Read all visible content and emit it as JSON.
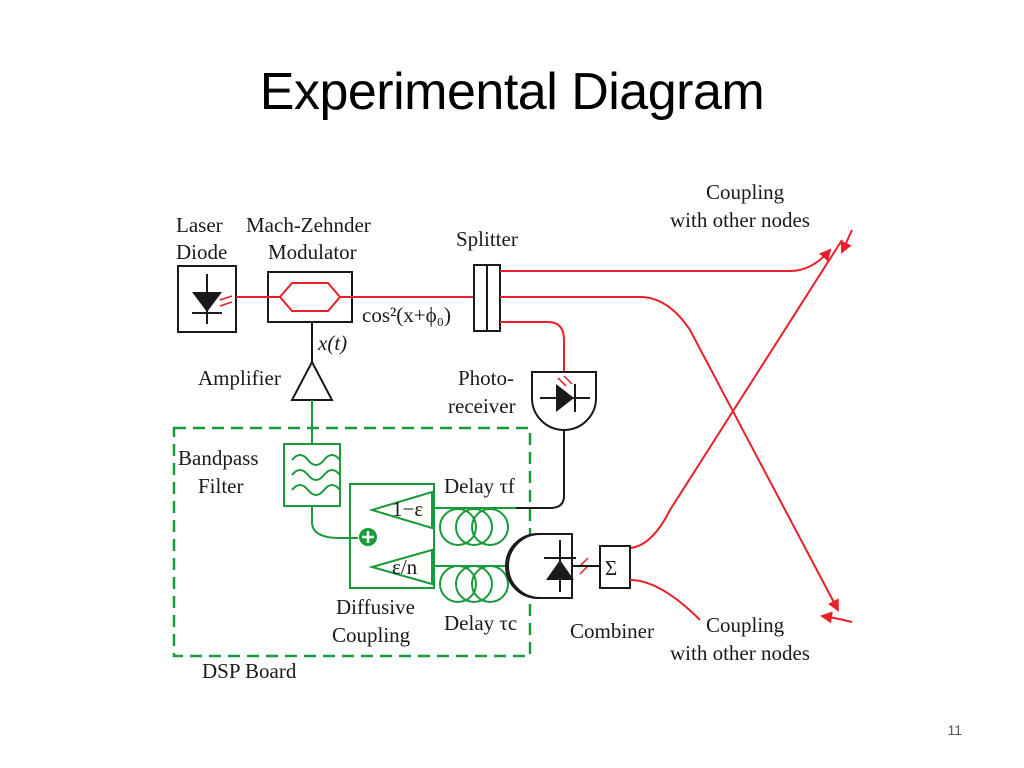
{
  "slide": {
    "title": "Experimental Diagram",
    "page_number": "11"
  },
  "labels": {
    "laser_line1": "Laser",
    "laser_line2": "Diode",
    "mzm_line1": "Mach-Zehnder",
    "mzm_line2": "Modulator",
    "splitter": "Splitter",
    "coupling_top_line1": "Coupling",
    "coupling_top_line2": "with other nodes",
    "cos_expr": "cos²(x+ϕ₀)",
    "xt": "x(t)",
    "amplifier": "Amplifier",
    "photo_line1": "Photo-",
    "photo_line2": "receiver",
    "bandpass_line1": "Bandpass",
    "bandpass_line2": "Filter",
    "delay_f": "Delay τf",
    "delay_c": "Delay τc",
    "gain_top": "1−ε",
    "gain_bottom": "ε/n",
    "diffusive_line1": "Diffusive",
    "diffusive_line2": "Coupling",
    "combiner": "Combiner",
    "coupling_bottom_line1": "Coupling",
    "coupling_bottom_line2": "with other nodes",
    "dsp_board": "DSP Board",
    "sigma": "Σ"
  },
  "colors": {
    "optical": "#e8202a",
    "dsp": "#1a9a3a",
    "electrical": "#1a1a1a"
  }
}
